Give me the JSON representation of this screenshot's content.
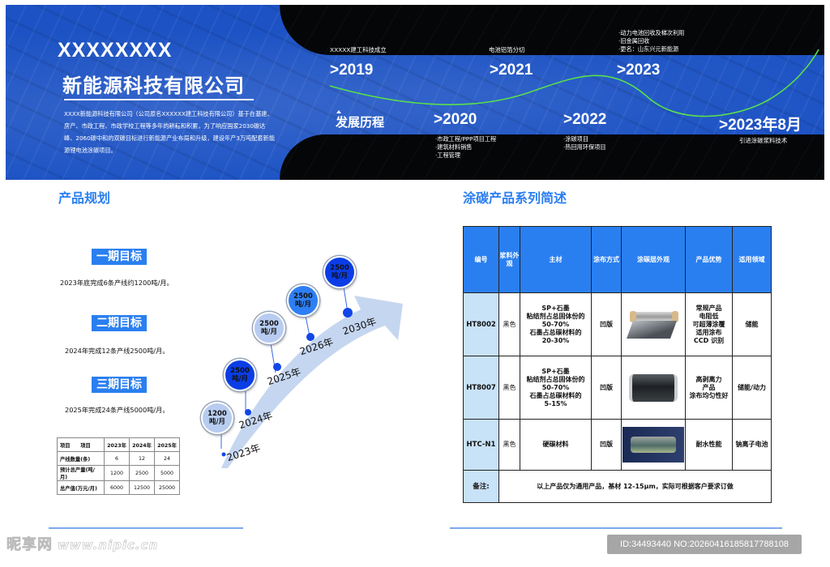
{
  "banner": {
    "brand": "XXXXXXXX",
    "company_name": "新能源科技有限公司",
    "intro": "XXXX新能源科技有限公司（公司原名XXXXXX建工科技有限公司）基于在基建、房产、市政工程、市政学校工程等多年的耕耘和积累，为了响应国家2030碳达峰、2060碳中和的双碳目标进行新能源产业布局和升级，建设年产3万吨配套新能源锂电池涂碳项目。",
    "history_label": "发展历程",
    "timeline": [
      {
        "year": ">2019",
        "notes": [
          "XXXXX建工科技成立"
        ]
      },
      {
        "year": ">2020",
        "notes": [
          "·市政工程/PPP项目工程",
          "·建筑材料销售",
          "·工程管理"
        ]
      },
      {
        "year": ">2021",
        "notes": [
          "电池铝箔分切"
        ]
      },
      {
        "year": ">2022",
        "notes": [
          "·涂碳项目",
          "·热回用环保项目"
        ]
      },
      {
        "year": ">2023",
        "notes": [
          "·动力电池回收及梯次利用",
          "·旧金属回收",
          "·更名：山东兴元新能源"
        ]
      },
      {
        "year": ">2023年8月",
        "notes": [
          "引进涂碳浆料技术"
        ]
      }
    ]
  },
  "planning": {
    "title": "产品规划",
    "phases": [
      {
        "tag": "一期目标",
        "desc": "2023年底完成6条产线约1200吨/月。"
      },
      {
        "tag": "二期目标",
        "desc": "2024年完成12条产线2500吨/月。"
      },
      {
        "tag": "三期目标",
        "desc": "2025年完成24条产线5000吨/月。"
      }
    ],
    "summary_table": {
      "header": [
        "项目　　项目",
        "2023年",
        "2024年",
        "2025年"
      ],
      "rows": [
        [
          "产线数量(条)",
          "6",
          "12",
          "24"
        ],
        [
          "预计总产量(吨/月)",
          "1200",
          "2500",
          "5000"
        ],
        [
          "总产值(万元/月)",
          "6000",
          "12500",
          "25000"
        ]
      ]
    },
    "growth": [
      {
        "year": "2023年",
        "value": "1200",
        "unit": "吨/月"
      },
      {
        "year": "2024年",
        "value": "2500",
        "unit": "吨/月"
      },
      {
        "year": "2025年",
        "value": "2500",
        "unit": "吨/月"
      },
      {
        "year": "2026年",
        "value": "2500",
        "unit": "吨/月"
      },
      {
        "year": "2030年",
        "value": "2500",
        "unit": "吨/月"
      }
    ]
  },
  "products": {
    "title": "涂碳产品系列简述",
    "headers": [
      "编号",
      "浆料外观",
      "主材",
      "涂布方式",
      "涂碳层外观",
      "产品优势",
      "适用领域"
    ],
    "rows": [
      {
        "code": "HT8002",
        "slurry": "黑色",
        "material": [
          "SP+石墨",
          "粘结剂占总固体份的",
          "50-70%",
          "石墨占总碳材料的",
          "20-30%"
        ],
        "coating": "凹版",
        "image": "foil-roll-image",
        "advantage": [
          "常规产品",
          "电阻低",
          "可超薄涂覆",
          "适用涂布",
          "CCD 识别"
        ],
        "field": "储能"
      },
      {
        "code": "HT8007",
        "slurry": "黑色",
        "material": [
          "SP+石墨",
          "粘结剂占总固体份的",
          "50-70%",
          "石墨占总碳材料的",
          "5-15%"
        ],
        "coating": "凹版",
        "image": "black-roll-image",
        "advantage": [
          "高剥离力",
          "产品",
          "涂布均匀性好"
        ],
        "field": "储能/动力"
      },
      {
        "code": "HTC-N1",
        "slurry": "黑色",
        "material": [
          "硬碳材料"
        ],
        "coating": "凹版",
        "image": "hard-carbon-roll-image",
        "advantage": [
          "耐水性能"
        ],
        "field": "钠离子电池"
      }
    ],
    "note_label": "备注:",
    "note_text": "以上产品仅为通用产品，基材 12-15μm，实际可根据客户要求订做"
  },
  "footer": {
    "watermark_cn": "昵享网",
    "watermark_url": "www.nipic.cn",
    "id_text": "ID:34493440 NO:20260416185817788108"
  },
  "colors": {
    "banner_blue": "#1c52c4",
    "accent_blue": "#2a7ff0",
    "dark": "#050608",
    "wave_green": "#59e04a",
    "code_cell": "#c8e2f8"
  }
}
